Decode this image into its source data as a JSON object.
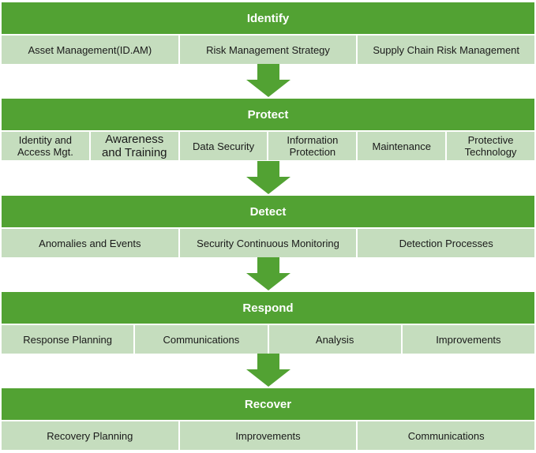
{
  "colors": {
    "header": "#52A233",
    "row": "#C5DDBE",
    "arrow": "#52A233"
  },
  "stages": [
    {
      "title": "Identify",
      "items": [
        "Asset Management(ID.AM)",
        "Risk Management Strategy",
        "Supply Chain Risk Management"
      ]
    },
    {
      "title": "Protect",
      "items": [
        "Identity and\nAccess Mgt.",
        "Awareness\nand Training",
        "Data Security",
        "Information\nProtection",
        "Maintenance",
        "Protective\nTechnology"
      ]
    },
    {
      "title": "Detect",
      "items": [
        "Anomalies and Events",
        "Security Continuous Monitoring",
        "Detection Processes"
      ]
    },
    {
      "title": "Respond",
      "items": [
        "Response Planning",
        "Communications",
        "Analysis",
        "Improvements"
      ]
    },
    {
      "title": "Recover",
      "items": [
        "Recovery Planning",
        "Improvements",
        "Communications"
      ]
    }
  ]
}
